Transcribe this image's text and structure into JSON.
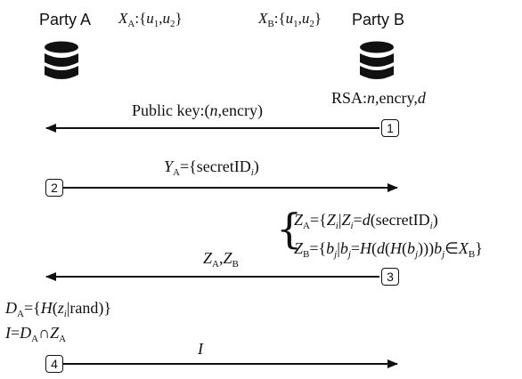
{
  "party_a": {
    "name": "Party A",
    "set_label": "X",
    "set_sub": "A",
    "set_value": ":{u1,u2}"
  },
  "party_b": {
    "name": "Party B",
    "set_label": "X",
    "set_sub": "B",
    "set_value": ":{u1,u2}"
  },
  "rsa_label": "RSA:n,encry,d",
  "steps": [
    {
      "number": "1",
      "message": "Public key:(n,encry)"
    },
    {
      "number": "2",
      "message": "YA={secretIDi}"
    },
    {
      "number": "3",
      "message": "ZA,ZB"
    },
    {
      "number": "4",
      "message": "I"
    }
  ],
  "step3_equations": [
    "ZA={Zi|Zi=d(secretIDi)",
    "ZB={bj|bj=H(d(H(bj)))bj∈XB}"
  ],
  "step4_equations": [
    "DA={H(zi|rand)}",
    "I=DA∩ZA"
  ],
  "icons": {
    "database": "database-icon"
  }
}
